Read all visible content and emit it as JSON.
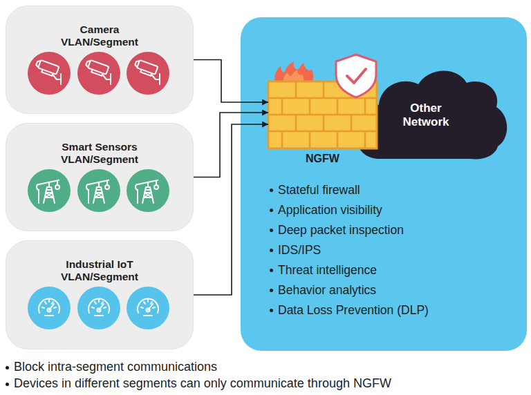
{
  "diagram": {
    "nodes": [
      {
        "text": [
          "Camera VLAN/Segment"
        ]
      },
      {
        "text": [
          "Smart Sensors VLAN/Segment"
        ]
      },
      {
        "text": [
          "Industrial IoT VLAN/Segment"
        ]
      },
      {
        "text": [
          "Stateful firewall",
          "Application visibility",
          "Deep packet inspection",
          "IDS/IPS",
          "Threat intelligence",
          "Behavior analytics",
          "Data Loss Prevention (DLP)"
        ]
      },
      {
        "text": [
          "NGFW"
        ],
        "in": 3
      },
      {
        "text": [
          "Other Network"
        ],
        "in": 3
      }
    ],
    "edges": [
      {
        "from": 0,
        "to": 4,
        "arrow": "to"
      },
      {
        "from": 1,
        "to": 4,
        "arrow": "to"
      },
      {
        "from": 2,
        "to": 4,
        "arrow": "to"
      }
    ],
    "labels": [
      "Block intra-segment communications",
      "Devices in different segments can only communicate through NGFW"
    ]
  }
}
